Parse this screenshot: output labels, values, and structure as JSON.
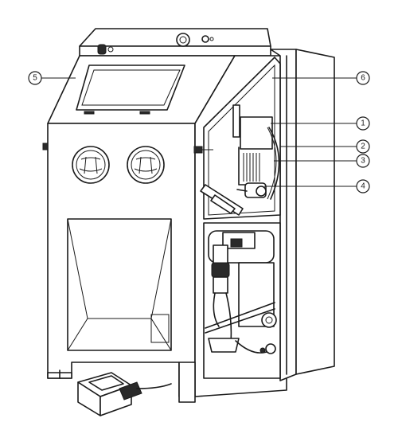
{
  "diagram": {
    "callouts": [
      {
        "id": "callout-5",
        "label": "5"
      },
      {
        "id": "callout-6",
        "label": "6"
      },
      {
        "id": "callout-1",
        "label": "1"
      },
      {
        "id": "callout-2",
        "label": "2"
      },
      {
        "id": "callout-3",
        "label": "3"
      },
      {
        "id": "callout-4",
        "label": "4"
      }
    ]
  }
}
